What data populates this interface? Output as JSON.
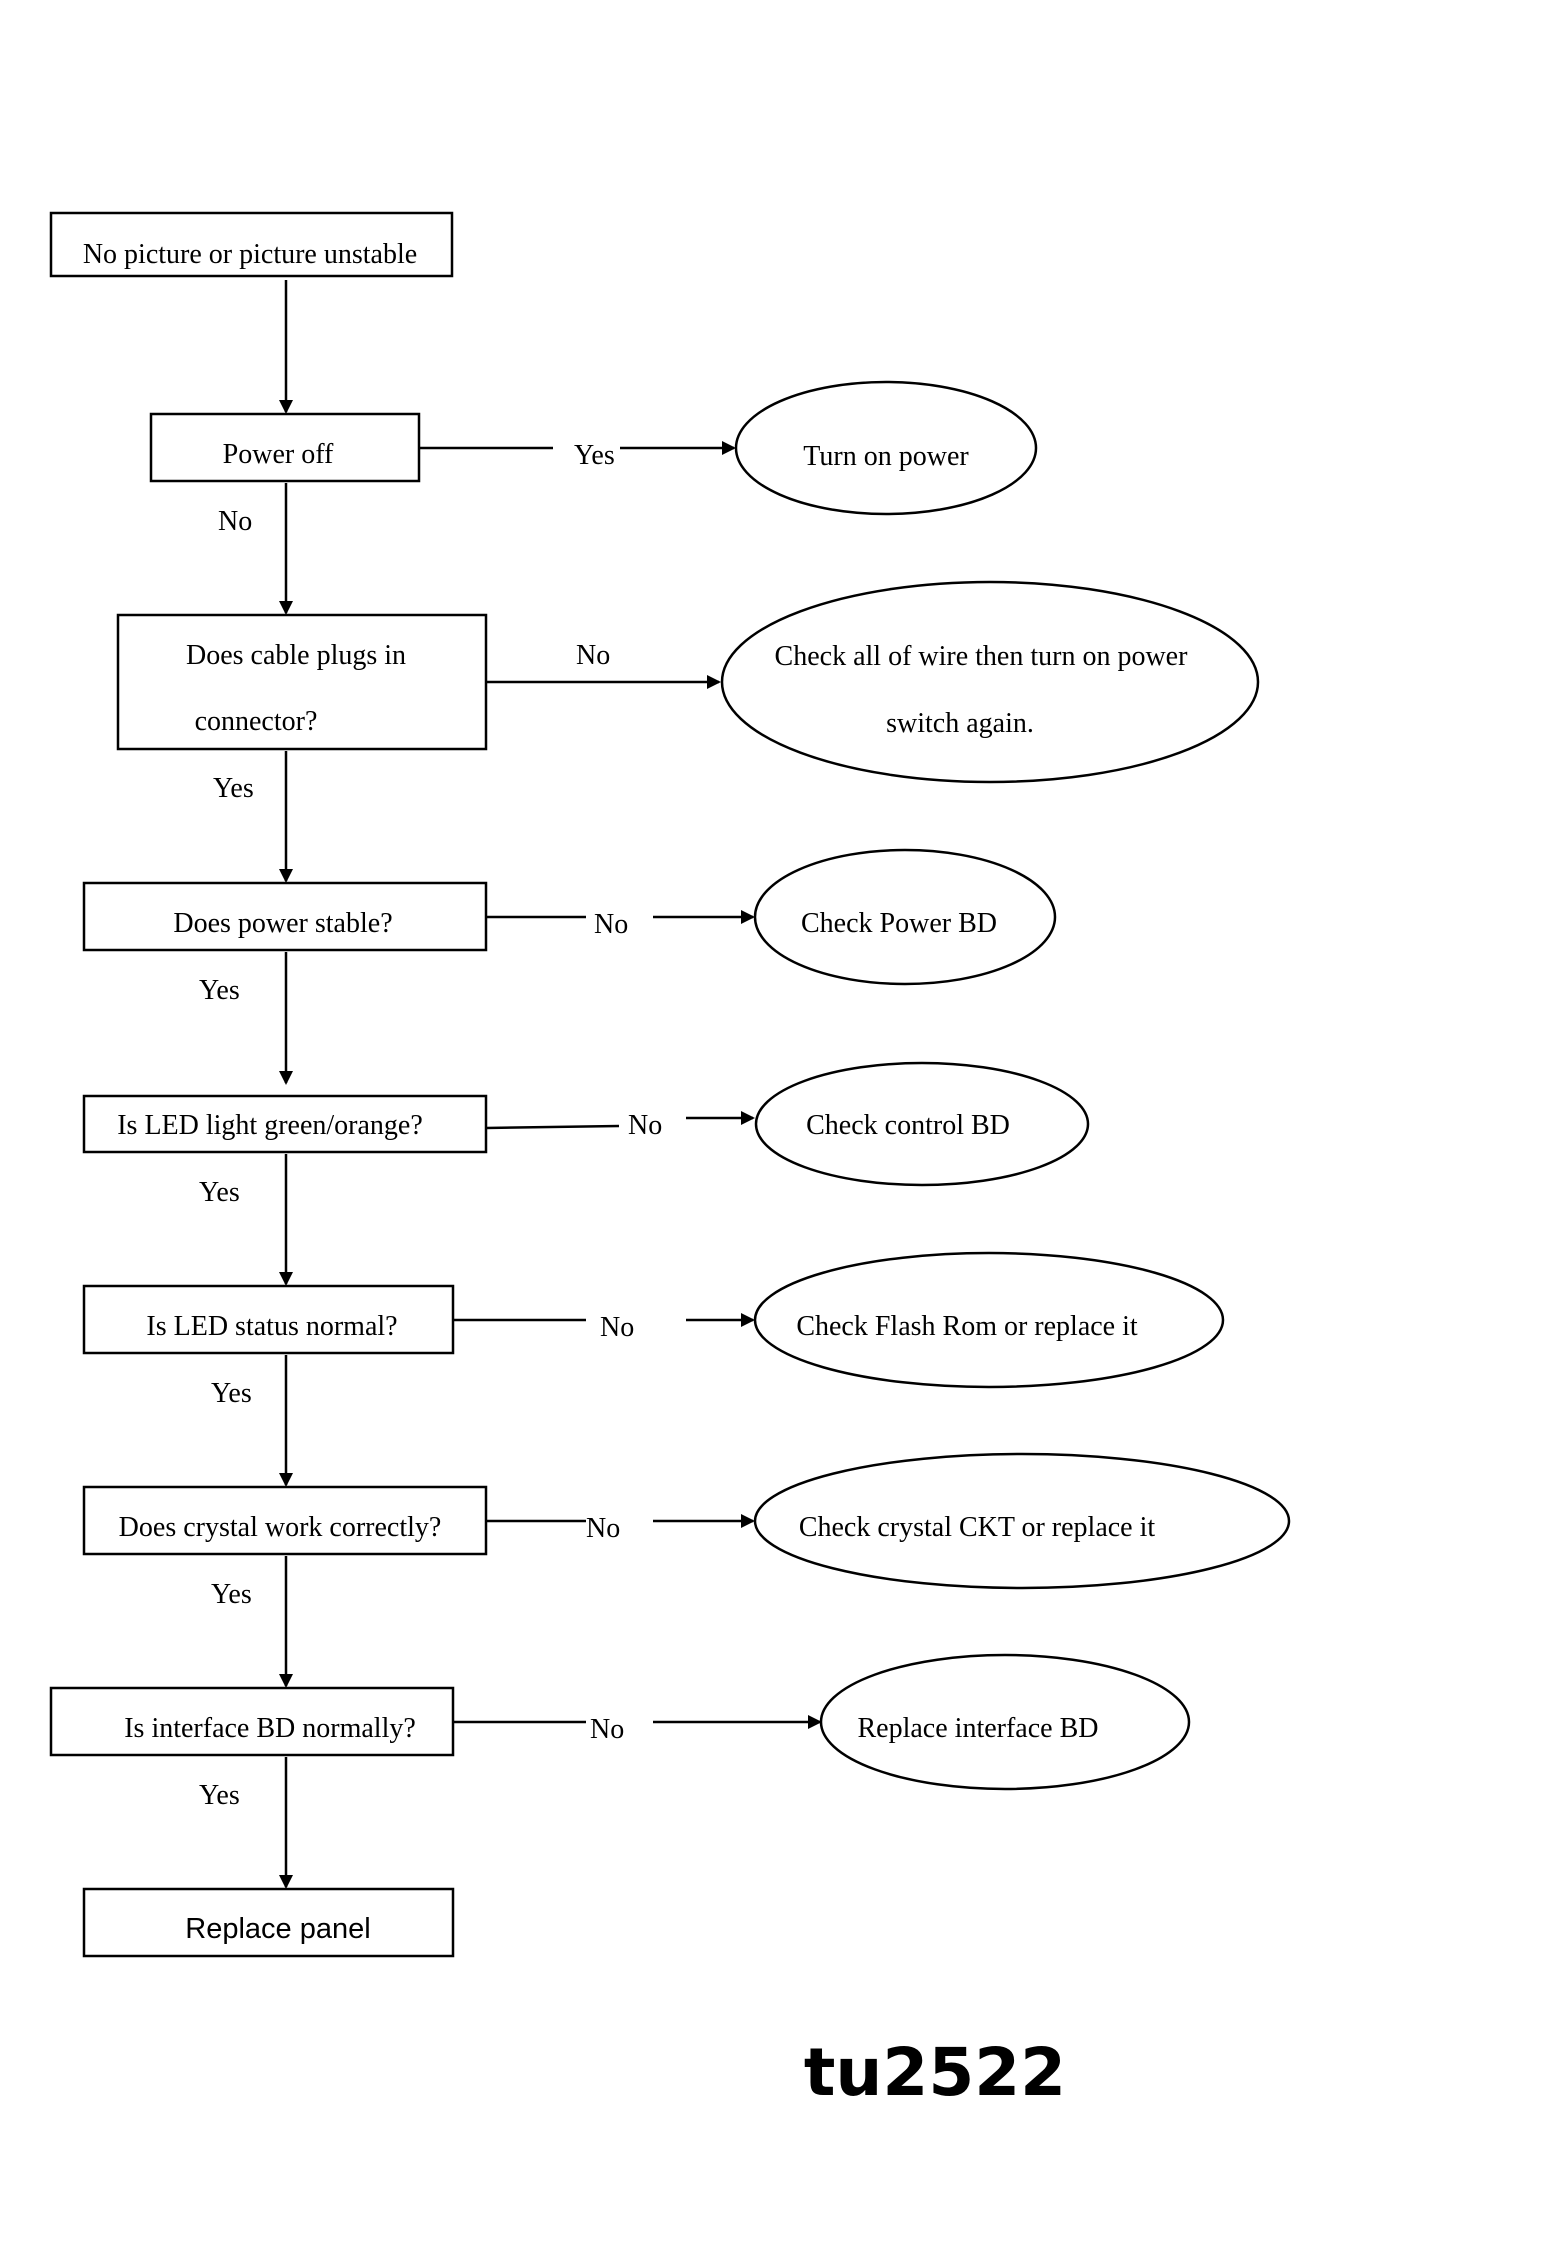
{
  "nodes": {
    "start": "No picture or picture unstable",
    "power_off": "Power off",
    "cable_line1": "Does cable plugs in",
    "cable_line2": "connector?",
    "power_stable": "Does power stable?",
    "led_light": "Is LED light green/orange?",
    "led_status": "Is LED status normal?",
    "crystal": "Does crystal work correctly?",
    "interface": "Is interface BD normally?",
    "replace_panel": "Replace panel"
  },
  "actions": {
    "turn_on_power": "Turn on power",
    "check_wire_line1": "Check all of wire then turn on power",
    "check_wire_line2": "switch again.",
    "check_power_bd": "Check Power BD",
    "check_control_bd": "Check control BD",
    "check_flash_rom": "Check Flash Rom or replace it",
    "check_crystal_ckt": "Check crystal CKT or replace it",
    "replace_interface_bd": "Replace interface BD"
  },
  "labels": {
    "yes": "Yes",
    "no": "No"
  },
  "footer": {
    "model": "tu2522"
  }
}
